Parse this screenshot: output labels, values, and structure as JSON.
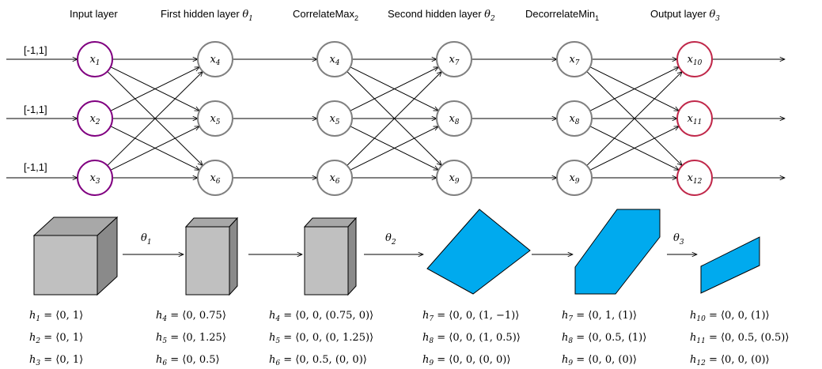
{
  "headers": {
    "input": "Input layer",
    "hidden1": "First hidden layer",
    "hidden1_param": "θ",
    "hidden1_sub": "1",
    "corr": "CorrelateMax",
    "corr_sub": "2",
    "hidden2": "Second hidden layer",
    "hidden2_param": "θ",
    "hidden2_sub": "2",
    "decorr": "DecorrelateMin",
    "decorr_sub": "1",
    "output": "Output layer",
    "output_param": "θ",
    "output_sub": "3"
  },
  "input_ranges": [
    "[-1,1]",
    "[-1,1]",
    "[-1,1]"
  ],
  "columns": [
    {
      "id": "input",
      "color": "#800080",
      "nodes": [
        {
          "base": "x",
          "sub": "1"
        },
        {
          "base": "x",
          "sub": "2"
        },
        {
          "base": "x",
          "sub": "3"
        }
      ]
    },
    {
      "id": "hidden1",
      "color": "#808080",
      "nodes": [
        {
          "base": "x",
          "sub": "4"
        },
        {
          "base": "x",
          "sub": "5"
        },
        {
          "base": "x",
          "sub": "6"
        }
      ]
    },
    {
      "id": "corr",
      "color": "#808080",
      "nodes": [
        {
          "base": "x",
          "sub": "4"
        },
        {
          "base": "x",
          "sub": "5"
        },
        {
          "base": "x",
          "sub": "6"
        }
      ]
    },
    {
      "id": "hidden2",
      "color": "#808080",
      "nodes": [
        {
          "base": "x",
          "sub": "7"
        },
        {
          "base": "x",
          "sub": "8"
        },
        {
          "base": "x",
          "sub": "9"
        }
      ]
    },
    {
      "id": "decorr",
      "color": "#808080",
      "nodes": [
        {
          "base": "x",
          "sub": "7"
        },
        {
          "base": "x",
          "sub": "8"
        },
        {
          "base": "x",
          "sub": "9"
        }
      ]
    },
    {
      "id": "output",
      "color": "#c0284a",
      "nodes": [
        {
          "base": "x",
          "sub": "10"
        },
        {
          "base": "x",
          "sub": "11"
        },
        {
          "base": "x",
          "sub": "12"
        }
      ]
    }
  ],
  "arrow_labels": {
    "a1": {
      "base": "θ",
      "sub": "1"
    },
    "a3": {
      "base": "θ",
      "sub": "2"
    },
    "a5": {
      "base": "θ",
      "sub": "3"
    }
  },
  "colors": {
    "box_fill": "#c0c0c0",
    "box_top": "#a0a0a0",
    "box_side": "#808080",
    "polygon_fill": "#00aaee",
    "input_node": "#800080",
    "hidden_node": "#808080",
    "output_node": "#c0284a"
  },
  "bounds": [
    [
      {
        "h": "h",
        "sub": "1",
        "expr": " = ⟨0, 1⟩"
      },
      {
        "h": "h",
        "sub": "2",
        "expr": " = ⟨0, 1⟩"
      },
      {
        "h": "h",
        "sub": "3",
        "expr": " = ⟨0, 1⟩"
      }
    ],
    [
      {
        "h": "h",
        "sub": "4",
        "expr": " = ⟨0, 0.75⟩"
      },
      {
        "h": "h",
        "sub": "5",
        "expr": " = ⟨0, 1.25⟩"
      },
      {
        "h": "h",
        "sub": "6",
        "expr": " = ⟨0, 0.5⟩"
      }
    ],
    [
      {
        "h": "h",
        "sub": "4",
        "expr": " = ⟨0, 0, (0.75, 0)⟩"
      },
      {
        "h": "h",
        "sub": "5",
        "expr": " = ⟨0, 0, (0, 1.25)⟩"
      },
      {
        "h": "h",
        "sub": "6",
        "expr": " = ⟨0, 0.5, (0, 0)⟩"
      }
    ],
    [
      {
        "h": "h",
        "sub": "7",
        "expr": " = ⟨0, 0, (1, −1)⟩"
      },
      {
        "h": "h",
        "sub": "8",
        "expr": " = ⟨0, 0, (1, 0.5)⟩"
      },
      {
        "h": "h",
        "sub": "9",
        "expr": " = ⟨0, 0, (0, 0)⟩"
      }
    ],
    [
      {
        "h": "h",
        "sub": "7",
        "expr": " = ⟨0, 1, (1)⟩"
      },
      {
        "h": "h",
        "sub": "8",
        "expr": " = ⟨0, 0.5, (1)⟩"
      },
      {
        "h": "h",
        "sub": "9",
        "expr": " = ⟨0, 0, (0)⟩"
      }
    ],
    [
      {
        "h": "h",
        "sub": "10",
        "expr": " = ⟨0, 0, (1)⟩"
      },
      {
        "h": "h",
        "sub": "11",
        "expr": " = ⟨0, 0.5, (0.5)⟩"
      },
      {
        "h": "h",
        "sub": "12",
        "expr": " = ⟨0, 0, (0)⟩"
      }
    ]
  ]
}
